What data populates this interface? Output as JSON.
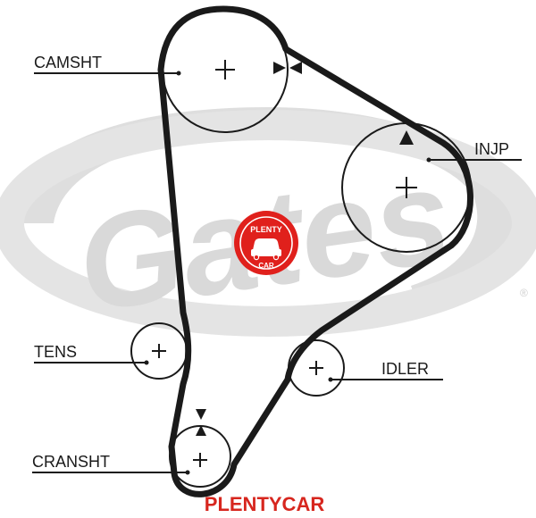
{
  "labels": {
    "camshaft": "CAMSHT",
    "injection_pump": "INJP",
    "tensioner": "TENS",
    "idler": "IDLER",
    "crankshaft": "CRANSHT"
  },
  "watermark": {
    "logo_text": "Gates",
    "badge_top": "PLENTY",
    "badge_bottom": "CAR",
    "brand_text": "PLENTYCAR"
  },
  "colors": {
    "belt": "#1a1a1a",
    "line": "#1a1a1a",
    "watermark_gray": "#dedede",
    "brand_red": "#d7261e"
  }
}
